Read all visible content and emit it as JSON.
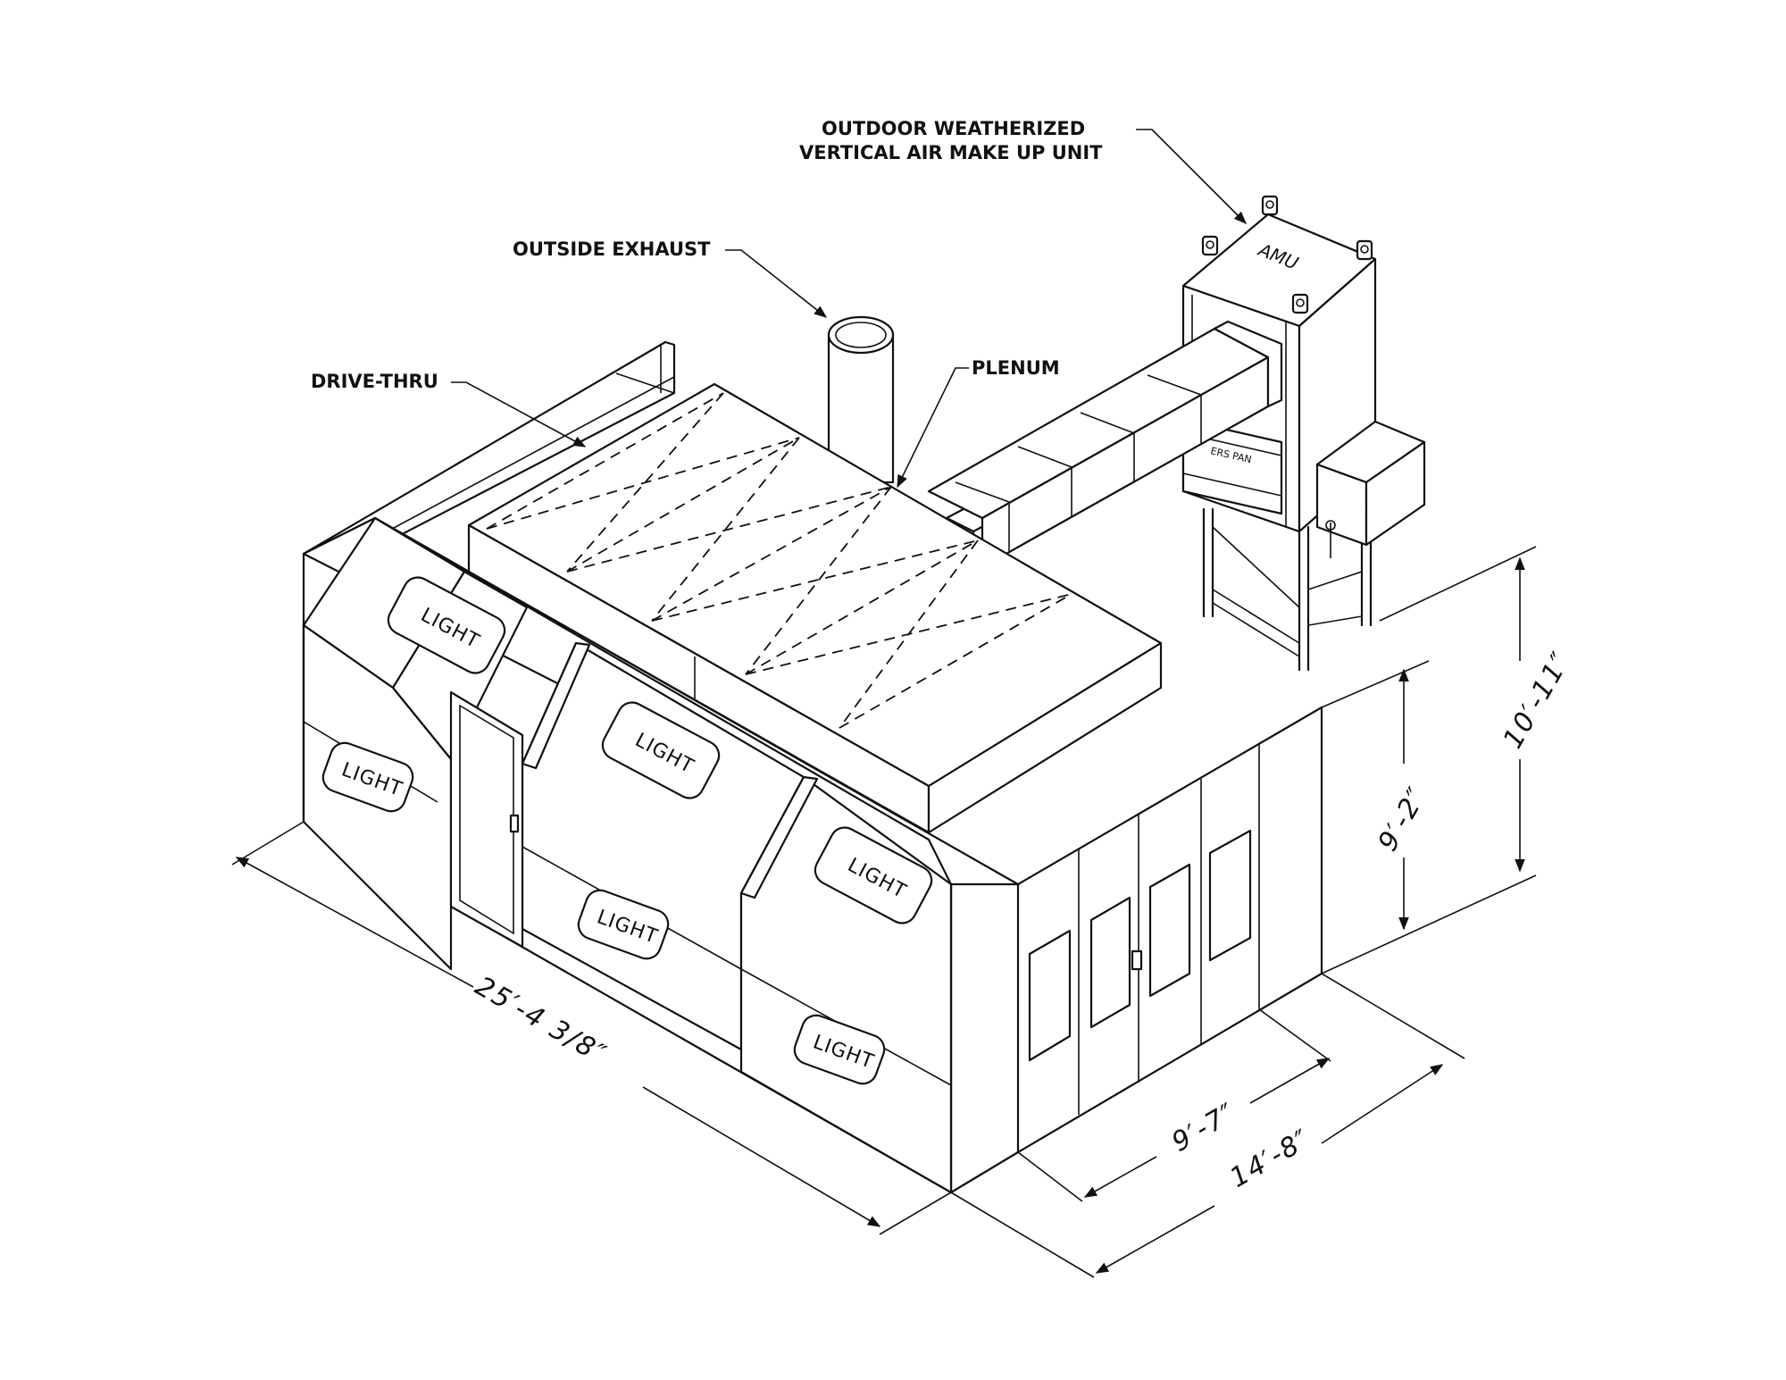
{
  "callouts": {
    "amu_line1": "OUTDOOR WEATHERIZED",
    "amu_line2": "VERTICAL AIR MAKE UP UNIT",
    "exhaust": "OUTSIDE EXHAUST",
    "plenum": "PLENUM",
    "drive_thru": "DRIVE-THRU"
  },
  "amu": {
    "unit_label": "AMU",
    "pan_label": "ERS PAN"
  },
  "light_label": "LIGHT",
  "dimensions": {
    "length": "25′-4 3/8″",
    "door_width": "9′-7″",
    "booth_width": "14′-8″",
    "wall_height": "9′-2″",
    "overall_height": "10′-11″"
  }
}
